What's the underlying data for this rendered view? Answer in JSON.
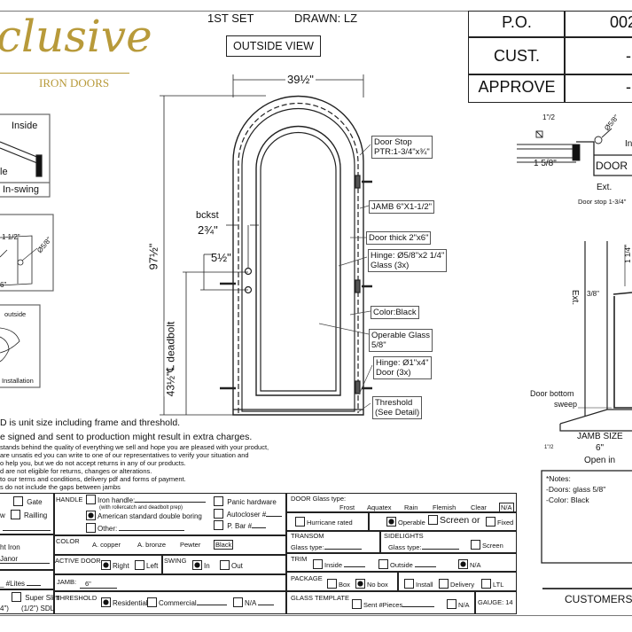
{
  "header": {
    "set": "1ST SET",
    "drawn": "DRAWN: LZ",
    "view_label": "OUTSIDE VIEW"
  },
  "logo": {
    "script": "clusive",
    "sub": "IRON DOORS",
    "color": "#b89a3a"
  },
  "info_table": [
    {
      "label": "P.O.",
      "value": "002"
    },
    {
      "label": "CUST.",
      "value": "-"
    },
    {
      "label": "APPROVE",
      "value": "-"
    }
  ],
  "left_details": {
    "inside": "Inside",
    "side": "le",
    "swing": "In-swing",
    "dim1": "1 1/2\"",
    "dim2": "Ø5/8\"",
    "dim3": "6\"",
    "outside": "outside",
    "install": "Installation"
  },
  "drawing": {
    "width": "39½\"",
    "height": "97½\"",
    "backset_label": "bckst",
    "backset": "2¾\"",
    "lock_spacing": "5½\"",
    "deadbolt": "43½\"℄ deadbolt"
  },
  "callouts": [
    {
      "l1": "Door Stop",
      "l2": "PTR:1-3/4\"x¾\""
    },
    {
      "l1": "JAMB 6\"X1-1/2\"",
      "l2": ""
    },
    {
      "l1": "Door thick 2\"x6\"",
      "l2": ""
    },
    {
      "l1": "Hinge: Ø5/8\"x2 1/4\"",
      "l2": "Glass (3x)"
    },
    {
      "l1": "Color:Black",
      "l2": ""
    },
    {
      "l1": "Operable Glass",
      "l2": "5/8\""
    },
    {
      "l1": "Hinge: Ø1\"x4\"",
      "l2": "Door (3x)"
    },
    {
      "l1": "Threshold",
      "l2": "(See Detail)"
    }
  ],
  "right_details": {
    "half": "1\"/2",
    "dia": "Ø5/8\"",
    "inside": "In",
    "door": "DOOR",
    "dim": "1 5/8\"",
    "ext": "Ext.",
    "stop": "Door stop 1-3/4\"",
    "ext2": "Ext.",
    "d38": "3/8\"",
    "d114": "1 1/4\"",
    "sweep1": "Door bottom",
    "sweep2": "sweep",
    "jamb": "JAMB SIZE",
    "jamb_val": "6\"",
    "open": "Open in",
    "small": "1\"/2"
  },
  "terms": [
    "D is unit size including frame and threshold.",
    "e signed and sent to production might result in extra charges.",
    "stands behind the quality of everything we sell and hope you are pleased with your product,",
    "are unsatis    ed you can write to one of our representatives to verify your situation and",
    "o help you, but we do not accept returns in any of our products.",
    "d are not eligible for returns, changes or alterations.",
    "to our terms and conditions, delivery pdf and forms of payment.",
    "s do not include the gaps between jambs"
  ],
  "form_left": {
    "gate": "Gate",
    "w": "w",
    "railing": "Railling",
    "iron": "ht Iron",
    "manor": "Janor",
    "lites": "#Lites",
    "super": "Super Slim",
    "sdl": "(1/2\") SDL",
    "four": "4\")"
  },
  "form_mid": {
    "handle": "HANDLE",
    "iron_handle": "Iron handle:",
    "iron_note": "(with rollercatch and deadbolt prep)",
    "american": "American standard double boring",
    "other": "Other:",
    "panic": "Panic hardware",
    "autocloser": "Autocloser #",
    "pbar": "P. Bar #",
    "color": "COLOR",
    "colors": [
      "A. copper",
      "A. bronze",
      "Pewter",
      "Black"
    ],
    "active": "ACTIVE DOOR",
    "right": "Right",
    "left": "Left",
    "swing": "SWING",
    "in": "In",
    "out": "Out",
    "jamb": "JAMB:",
    "jamb_val": "6\"",
    "threshold": "THRESHOLD",
    "residential": "Residential",
    "commercial": "Commercial",
    "na": "N/A"
  },
  "form_right": {
    "door_glass": "DOOR Glass type:",
    "glass_types": [
      "Frost",
      "Aquatex",
      "Rain",
      "Flemish",
      "Clear",
      "N/A"
    ],
    "hurricane": "Hurricane rated",
    "operable": "Operable",
    "screen_or": "Screen or",
    "fixed": "Fixed",
    "transom": "TRANSOM",
    "glass_type": "Glass type:",
    "sidelights": "SIDELIGHTS",
    "glass_type2": "Glass type:",
    "screen": "Screen",
    "trim": "TRIM",
    "inside": "Inside",
    "outside": "Outside",
    "trim_na": "N/A",
    "package": "PACKAGE",
    "box": "Box",
    "nobox": "No box",
    "install": "Install",
    "delivery": "Delivery",
    "ltl": "LTL",
    "template": "GLASS TEMPLATE",
    "sent": "Sent #Pieces",
    "template_na": "N/A",
    "gauge": "GAUGE: 14"
  },
  "notes": {
    "title": "*Notes:",
    "lines": [
      "-Doors: glass 5/8\"",
      "-Color: Black"
    ]
  },
  "signature": {
    "label": "CUSTOMERS"
  }
}
